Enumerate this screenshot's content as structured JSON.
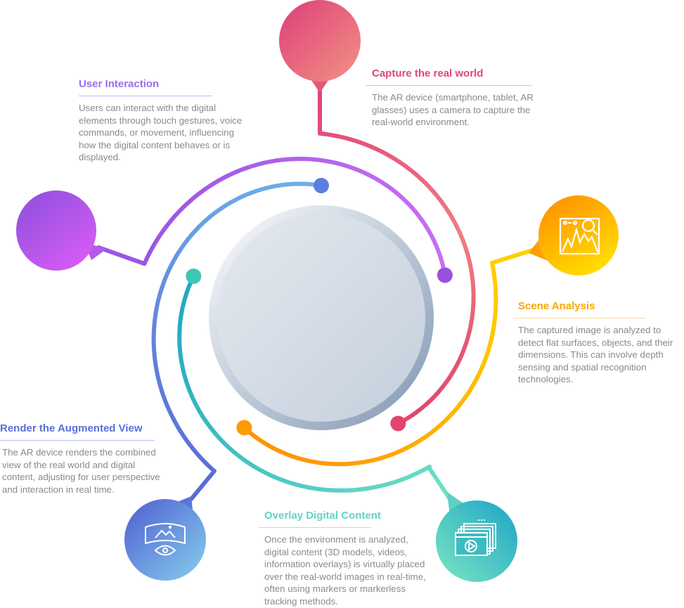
{
  "steps": {
    "capture": {
      "title": "Capture the real world",
      "body": "The AR device (smartphone, tablet, AR glasses) uses a camera to capture the real-world environment.",
      "color": "#e0457a",
      "icon": "camera-bubble"
    },
    "scene": {
      "title": "Scene Analysis",
      "body": "The captured image is analyzed to detect flat surfaces, objects, and their dimensions. This can involve depth sensing and spatial recognition technologies.",
      "color": "#f5a800",
      "icon": "image-analysis-icon"
    },
    "overlay": {
      "title": "Overlay Digital Content",
      "body": "Once the environment is analyzed, digital content (3D models, videos, information overlays) is virtually placed over the real-world images in real-time, often using markers or markerless tracking methods.",
      "color": "#5ed6c3",
      "icon": "video-windows-icon"
    },
    "render": {
      "title": "Render the Augmented View",
      "body": "The AR device renders the combined view of the real world and digital content, adjusting for user perspective and interaction in real time.",
      "color": "#5a6fd6",
      "icon": "panorama-eye-icon"
    },
    "user": {
      "title": "User Interaction",
      "body": "Users can interact with the digital elements through touch gestures, voice commands, or movement, influencing how the digital content behaves or is displayed.",
      "color": "#9b6cf0",
      "icon": "user-bubble"
    }
  }
}
